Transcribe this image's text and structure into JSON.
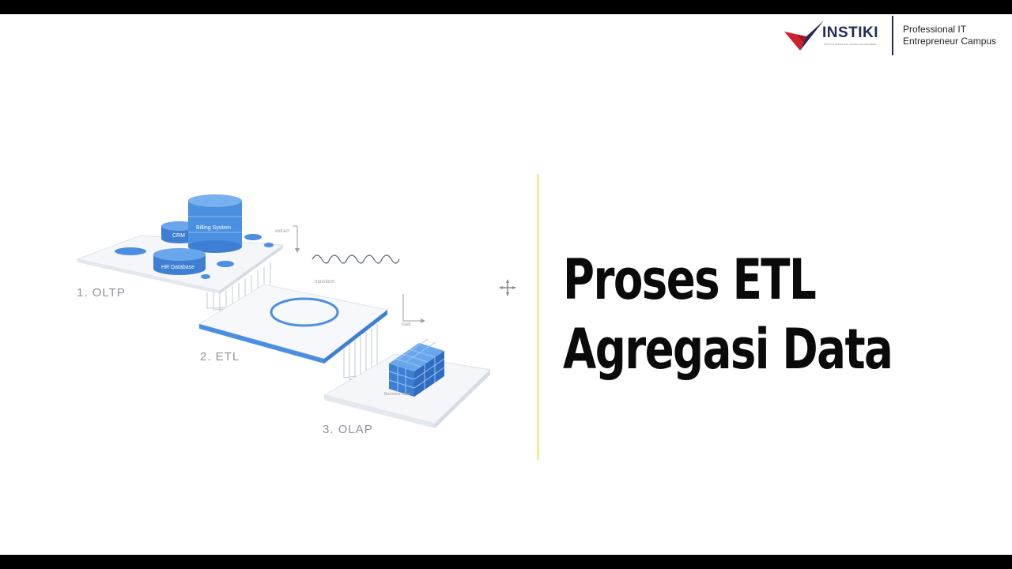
{
  "brand": {
    "logo_text": "INSTIKI",
    "logo_subtext": "INSTITUT BISNIS DAN TEKNOLOGI INDONESIA",
    "tagline_line1": "Professional IT",
    "tagline_line2": "Entrepreneur Campus"
  },
  "diagram": {
    "stage1_label": "1. OLTP",
    "stage2_label": "2. ETL",
    "stage3_label": "3. OLAP",
    "db_billing": "Billing System",
    "db_crm": "CRM",
    "db_hr": "HR Database",
    "step_extract": "extract",
    "step_transform": "transform",
    "step_load": "load",
    "cube_label": "Business cube"
  },
  "slide": {
    "title_line1": "Proses ETL",
    "title_line2": "Agregasi Data"
  },
  "colors": {
    "accent_blue": "#4a8fe0",
    "divider_yellow": "#f1eb9c",
    "logo_red": "#d3202e",
    "logo_navy": "#1f2a5a"
  }
}
